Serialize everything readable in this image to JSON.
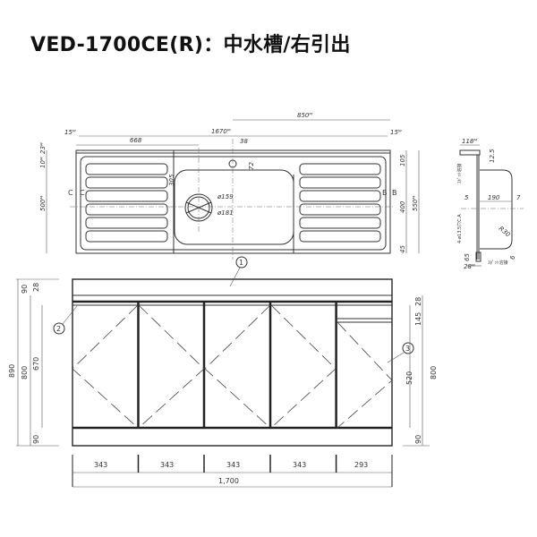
{
  "title": "VED-1700CE(R)：中水槽/右引出",
  "plan_view": {
    "dims": {
      "total_width": "850ᴹ",
      "inner_width": "1670ᴹ",
      "left_margin": "15ᴹ",
      "right_margin": "15ᴹ",
      "drain_offset": "668",
      "basin_depth": "305",
      "faucet_hole": "38",
      "faucet_offset": "72",
      "top_edge": "23ᴹ",
      "back_edge": "10ᴹ",
      "depth": "500ᴹ",
      "overall_depth": "550ᴹ",
      "back_ledge": "105",
      "basin_width": "400",
      "front_edge": "45",
      "drain_outer": "ø159",
      "drain_inner": "ø181"
    },
    "section_marks": {
      "c": "C",
      "b": "B"
    },
    "callout": "1"
  },
  "section_view": {
    "dims": {
      "top_width": "118ᴹ",
      "top_height": "12.5",
      "gap": "5",
      "width": "190",
      "side": "7",
      "radius": "R30",
      "bottom": "6",
      "bottom_height": "65",
      "base": "28ᴹ"
    },
    "notes": {
      "top_note": "ｽﾎﾟｯﾄ溶接",
      "hole_note": "4-ø13.5穴C.A",
      "bottom_note": "ｽﾎﾟｯﾄ溶接"
    }
  },
  "front_view": {
    "callouts": [
      "1",
      "2",
      "3"
    ],
    "left_dims": {
      "total": "890",
      "body": "800",
      "door": "670",
      "top": "90",
      "gap": "28",
      "bottom": "90"
    },
    "right_dims": {
      "gap": "28",
      "drawer": "145",
      "door": "520",
      "body": "800",
      "bottom": "90"
    },
    "widths": [
      "343",
      "343",
      "343",
      "343",
      "293"
    ],
    "total_width": "1,700"
  }
}
